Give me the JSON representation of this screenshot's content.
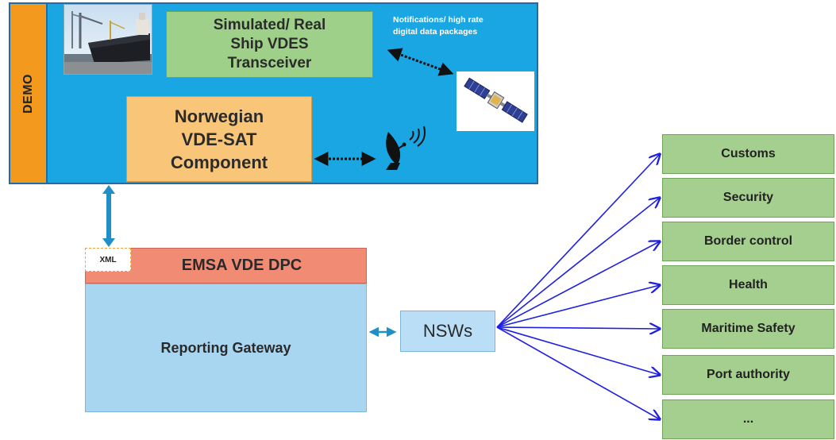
{
  "demo": {
    "label": "DEMO",
    "transceiver_lines": [
      "Simulated/ Real",
      "Ship VDES",
      "Transceiver"
    ],
    "notification_lines": [
      "Notifications/ high rate",
      "digital data packages"
    ],
    "vdesat_lines": [
      "Norwegian",
      "VDE-SAT",
      "Component"
    ],
    "ship_photo_icon": "cargo-ship-photo",
    "satellite_icon": "satellite-photo",
    "antenna_icon": "satellite-dish-icon"
  },
  "emsa": {
    "xml_tag": "XML",
    "title": "EMSA VDE DPC",
    "gateway": "Reporting Gateway"
  },
  "nsws": {
    "label": "NSWs"
  },
  "agencies": [
    "Customs",
    "Security",
    "Border control",
    "Health",
    "Maritime Safety",
    "Port authority",
    "..."
  ],
  "colors": {
    "demo_panel": "#1aa6e3",
    "demo_strip": "#f39a1e",
    "transceiver": "#9fd089",
    "vdesat": "#f9c679",
    "emsa": "#f28b74",
    "gateway": "#a8d6f1",
    "nsws": "#b9def6",
    "agency": "#a5cf8e",
    "connector_blue": "#2020e0",
    "link_arrow": "#1f8fc8"
  }
}
